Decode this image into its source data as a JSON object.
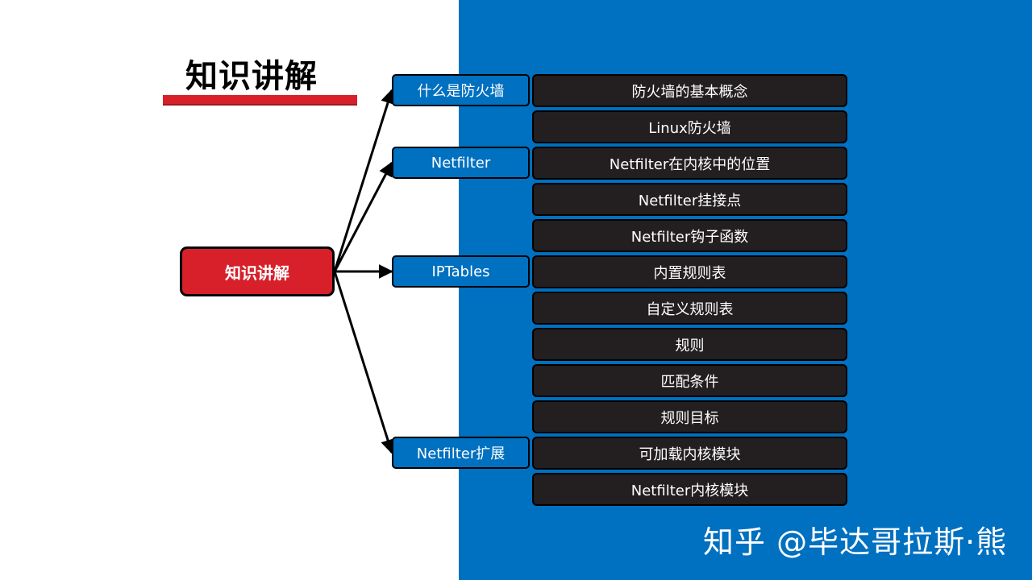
{
  "title": "知识讲解",
  "root_label": "知识讲解",
  "categories": [
    "什么是防火墙",
    "Netfilter",
    "IPTables",
    "Netfilter扩展"
  ],
  "items": [
    "防火墙的基本概念",
    "Linux防火墙",
    "Netfilter在内核中的位置",
    "Netfilter挂接点",
    "Netfilter钩子函数",
    "内置规则表",
    "自定义规则表",
    "规则",
    "匹配条件",
    "规则目标",
    "可加载内核模块",
    "Netfilter内核模块"
  ],
  "watermark": "知乎 @毕达哥拉斯·熊",
  "colors": {
    "accent_red": "#d7202a",
    "panel_blue": "#0070c0",
    "leaf_dark": "#231f20"
  }
}
